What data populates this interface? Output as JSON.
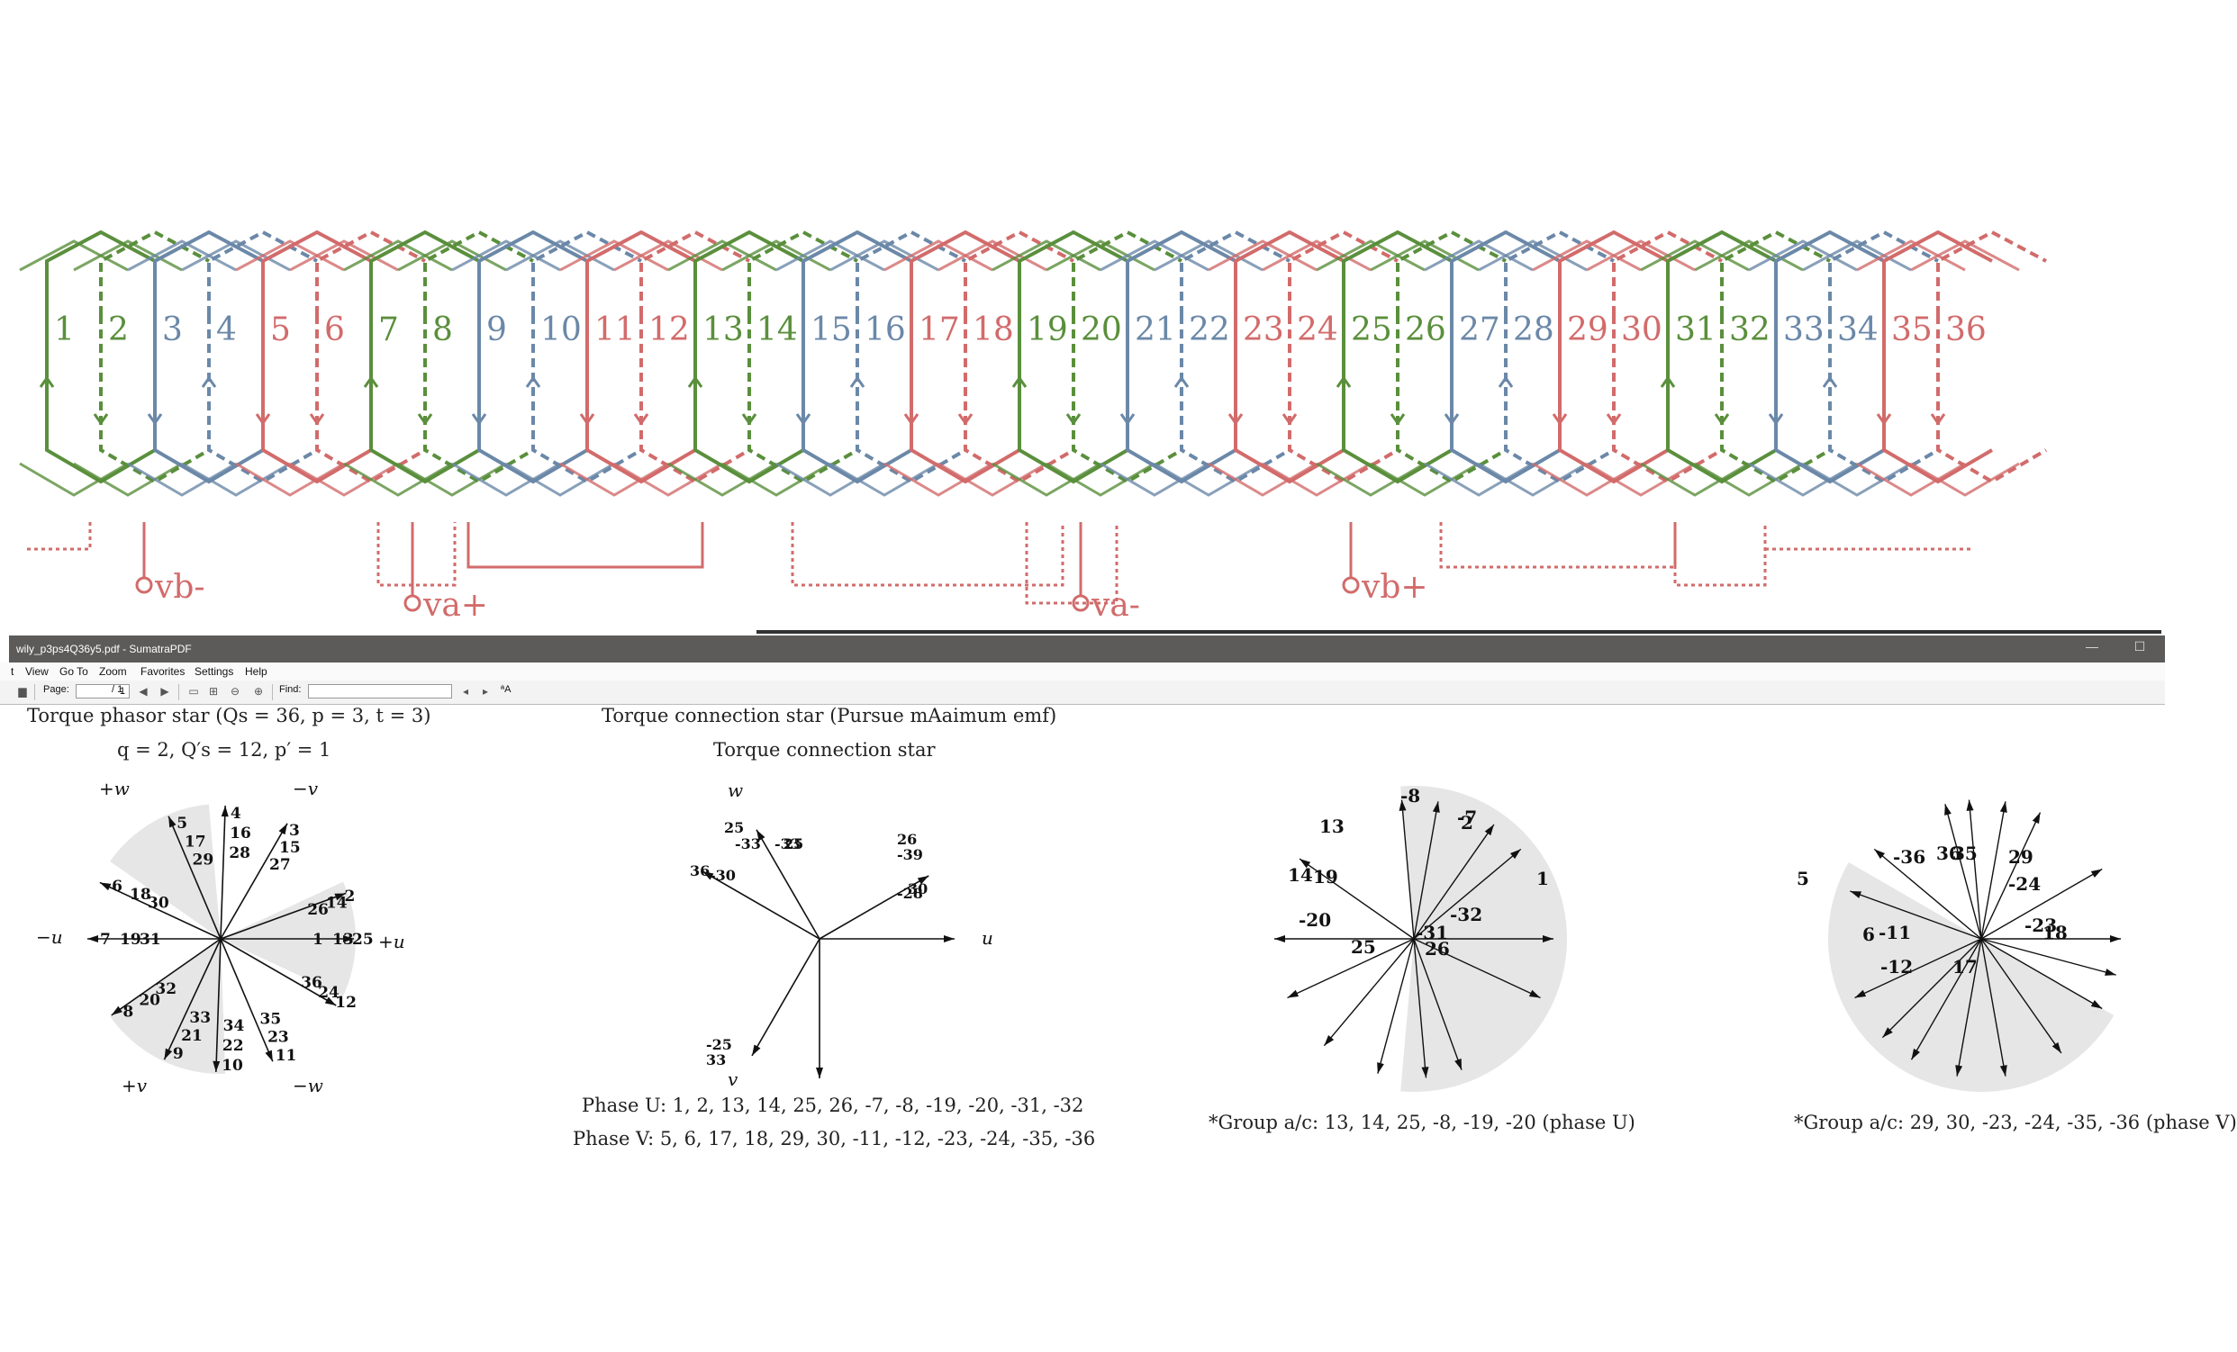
{
  "window": {
    "title": "wily_p3ps4Q36y5.pdf - SumatraPDF",
    "minimize_glyph": "—",
    "maximize_glyph": "☐"
  },
  "menu": [
    "t",
    "View",
    "Go To",
    "Zoom",
    "Favorites",
    "Settings",
    "Help"
  ],
  "toolbar": {
    "page_label": "Page:",
    "page_value": "1",
    "page_total": "/ 1",
    "find_label": "Find:",
    "find_value": "",
    "match_case": "ªA"
  },
  "winding": {
    "slots": [
      "1",
      "2",
      "3",
      "4",
      "5",
      "6",
      "7",
      "8",
      "9",
      "10",
      "11",
      "12",
      "13",
      "14",
      "15",
      "16",
      "17",
      "18",
      "19",
      "20",
      "21",
      "22",
      "23",
      "24",
      "25",
      "26",
      "27",
      "28",
      "29",
      "30",
      "31",
      "32",
      "33",
      "34",
      "35",
      "36"
    ],
    "slot_phase": [
      "g",
      "g",
      "b",
      "b",
      "r",
      "r",
      "g",
      "g",
      "b",
      "b",
      "r",
      "r",
      "g",
      "g",
      "b",
      "b",
      "r",
      "r",
      "g",
      "g",
      "b",
      "b",
      "r",
      "r",
      "g",
      "g",
      "b",
      "b",
      "r",
      "r",
      "g",
      "g",
      "b",
      "b",
      "r",
      "r"
    ],
    "terminals": [
      {
        "label": "vb-"
      },
      {
        "label": "va+"
      },
      {
        "label": "va-"
      },
      {
        "label": "vb+"
      }
    ],
    "colors": {
      "green": "#5a8f3c",
      "blue": "#6b88a8",
      "red": "#d26b6b"
    }
  },
  "doc": {
    "star1": {
      "title": "Torque phasor star (Qs = 36, p = 3, t = 3)",
      "subtitle": "q = 2, Q′s = 12, p′ = 1",
      "axis_labels": [
        "+w",
        "−v",
        "−u",
        "+u",
        "+v",
        "−w"
      ],
      "rays": [
        {
          "angle": 0,
          "labels": [
            "25",
            "13",
            "1"
          ]
        },
        {
          "angle": 20,
          "labels": [
            "2",
            "14",
            "26"
          ]
        },
        {
          "angle": 60,
          "labels": [
            "3",
            "15",
            "27"
          ]
        },
        {
          "angle": 88,
          "labels": [
            "4",
            "16",
            "28"
          ]
        },
        {
          "angle": 113,
          "labels": [
            "5",
            "17",
            "29"
          ]
        },
        {
          "angle": 155,
          "labels": [
            "6",
            "18",
            "30"
          ]
        },
        {
          "angle": 180,
          "labels": [
            "7",
            "19",
            "31"
          ]
        },
        {
          "angle": 215,
          "labels": [
            "8",
            "20",
            "32"
          ]
        },
        {
          "angle": 245,
          "labels": [
            "9",
            "21",
            "33"
          ]
        },
        {
          "angle": 268,
          "labels": [
            "10",
            "22",
            "34"
          ]
        },
        {
          "angle": 293,
          "labels": [
            "11",
            "23",
            "35"
          ]
        },
        {
          "angle": 330,
          "labels": [
            "12",
            "24",
            "36"
          ]
        }
      ]
    },
    "star2": {
      "title": "Torque connection star (Pursue mAaimum emf)",
      "subtitle": "Torque connection star",
      "axis_labels": [
        "w",
        "u",
        "v"
      ],
      "ray_labels": [
        "25",
        "-33",
        "36",
        "-30",
        "-33",
        "25",
        "-39",
        "26",
        "-28",
        "30",
        "-25",
        "33"
      ],
      "phase_u": "Phase U: 1, 2, 13, 14, 25, 26, -7, -8, -19, -20, -31, -32",
      "phase_v": "Phase V: 5, 6, 17, 18, 29, 30, -11, -12, -23, -24, -35, -36"
    },
    "star3": {
      "labels": [
        "-8",
        "-7",
        "2",
        "13",
        "1",
        "14",
        "19",
        "-32",
        "-20",
        "-31",
        "25",
        "26"
      ],
      "caption": "*Group a/c: 13, 14, 25, -8, -19, -20 (phase U)"
    },
    "star4": {
      "labels": [
        "35",
        "36",
        "5",
        "-36",
        "29",
        "-24",
        "-11",
        "6",
        "-23",
        "18",
        "-12",
        "17"
      ],
      "caption": "*Group a/c: 29, 30, -23, -24, -35, -36 (phase V)"
    }
  }
}
